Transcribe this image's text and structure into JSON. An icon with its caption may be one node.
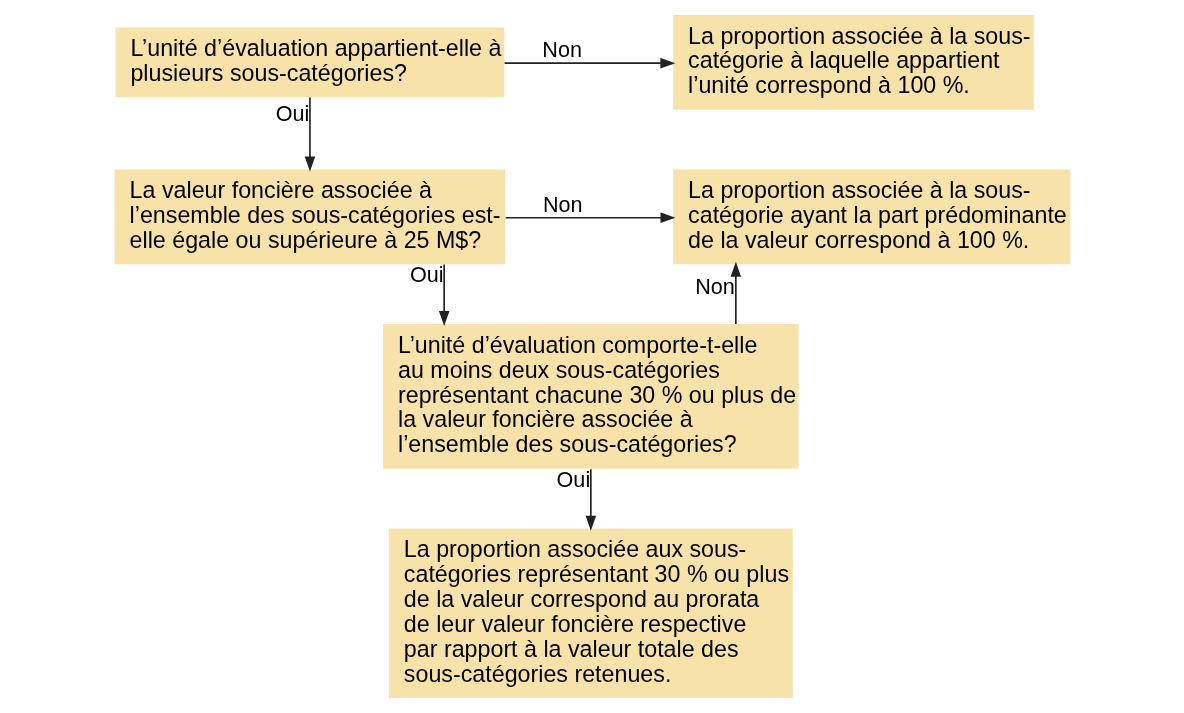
{
  "diagram": {
    "nodes": [
      {
        "text": [
          "L’unité d’évaluation appartient-elle à plusieurs sous-catégories?"
        ]
      },
      {
        "text": [
          "La proportion associée à la sous-catégorie à laquelle appartient l’unité correspond à 100 %."
        ]
      },
      {
        "text": [
          "La valeur foncière associée à l’ensemble des sous-catégories est-elle égale ou supérieure à 25 M$?"
        ]
      },
      {
        "text": [
          "La proportion associée à la sous-catégorie ayant la part prédominante de la valeur correspond à 100 %."
        ]
      },
      {
        "text": [
          "L’unité d’évaluation comporte-t-elle au moins deux sous-catégories représentant chacune 30 % ou plus de la valeur foncière associée à l’ensemble des sous-catégories?"
        ]
      },
      {
        "text": [
          "La proportion associée aux sous-catégories représentant 30 % ou plus de la valeur correspond au prorata de leur valeur foncière respective par rapport à la valeur totale des sous-catégories retenues."
        ]
      }
    ],
    "edges": [
      {
        "from": 0,
        "to": 1,
        "arrow": "to",
        "label": "Non"
      },
      {
        "from": 0,
        "to": 2,
        "arrow": "to",
        "label": "Oui"
      },
      {
        "from": 2,
        "to": 3,
        "arrow": "to",
        "label": "Non"
      },
      {
        "from": 2,
        "to": 4,
        "arrow": "to",
        "label": "Oui"
      },
      {
        "from": 4,
        "to": 3,
        "arrow": "to",
        "label": "Non"
      },
      {
        "from": 4,
        "to": 5,
        "arrow": "to",
        "label": "Oui"
      }
    ]
  }
}
